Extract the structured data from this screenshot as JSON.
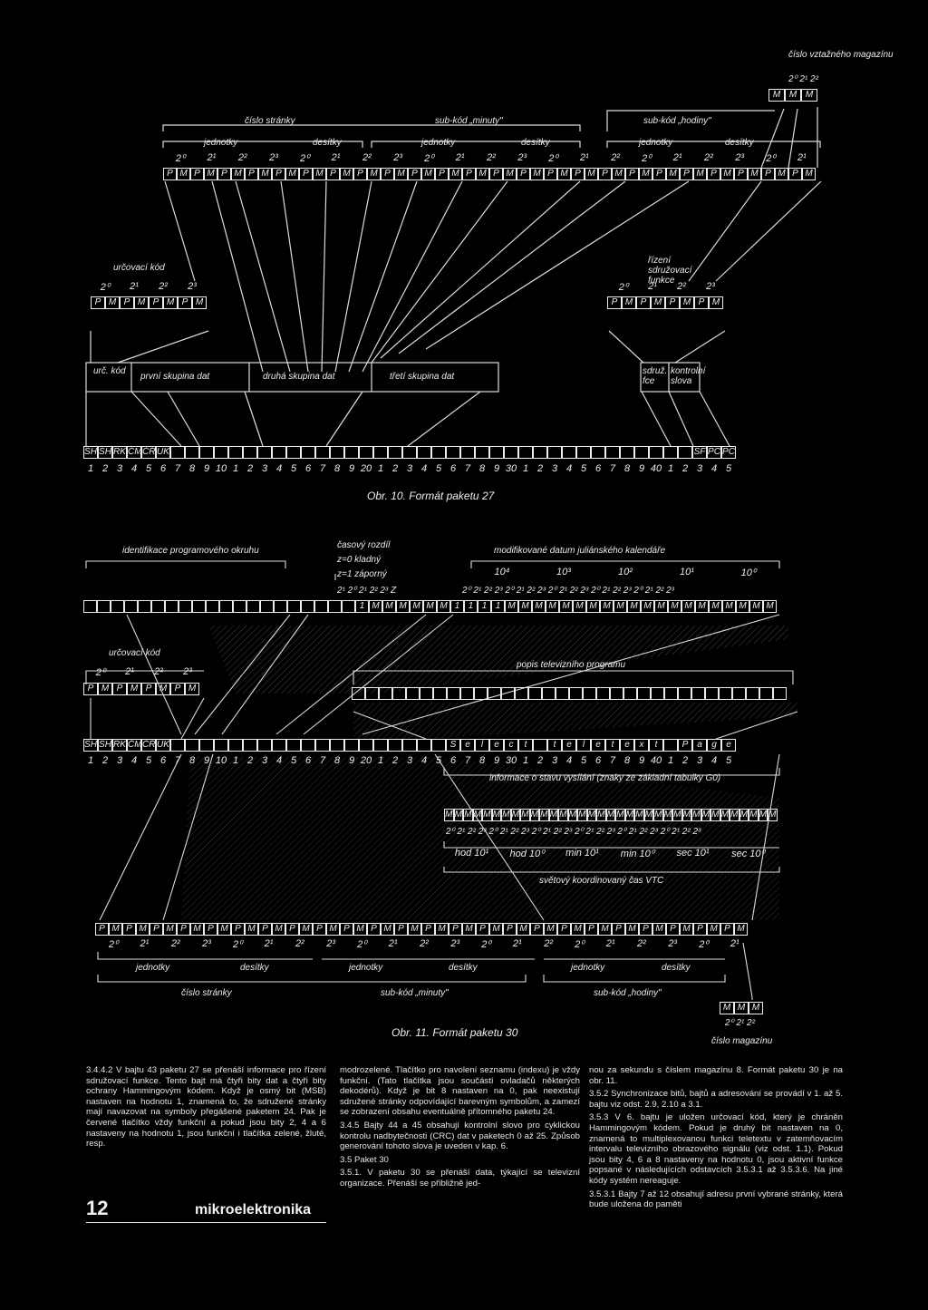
{
  "fig10": {
    "caption": "Obr. 10. Formát paketu 27",
    "top_labels": {
      "cislo_stranky": "číslo stránky",
      "jednotky": "jednotky",
      "desitky": "desítky",
      "sub_kod_minuty": "sub-kód „minuty\"",
      "jednotky2": "jednotky",
      "desitky2": "desítky",
      "sub_kod_hodiny": "sub-kód „hodiny\"",
      "jednotky3": "jednotky",
      "desitky3": "desítky",
      "cislo_vztazneho_magazinu": "číslo vztažného magazínu",
      "mag_powers": "2⁰ 2¹ 2²"
    },
    "powers_top": [
      "2⁰",
      "2¹",
      "2²",
      "2³",
      "2⁰",
      "2¹",
      "2²",
      "2³",
      "2⁰",
      "2¹",
      "2²",
      "2³",
      "2⁰",
      "2¹",
      "2²",
      "2⁰",
      "2¹",
      "2²",
      "2³",
      "2⁰",
      "2¹"
    ],
    "pm_cells": [
      "P",
      "M",
      "P",
      "M",
      "P",
      "M",
      "P",
      "M",
      "P",
      "M",
      "P",
      "M",
      "P",
      "M",
      "P",
      "M",
      "P",
      "M",
      "P",
      "M",
      "P",
      "M",
      "P",
      "M",
      "P",
      "M",
      "P",
      "M",
      "P",
      "M",
      "P",
      "M",
      "P",
      "M",
      "P",
      "M",
      "P",
      "M",
      "P",
      "M",
      "P",
      "M",
      "P",
      "M",
      "P",
      "M",
      "P",
      "M"
    ],
    "mag_cells": [
      "M",
      "M",
      "M"
    ],
    "urcovaci_kod": "určovací kód",
    "urc_powers": [
      "2⁰",
      "2¹",
      "2²",
      "2³"
    ],
    "urc_cells": [
      "P",
      "M",
      "P",
      "M",
      "P",
      "M",
      "P",
      "M"
    ],
    "rizeni_label": "řízení sdružovací funkce",
    "riz_powers": [
      "2⁰",
      "2¹",
      "2²",
      "2³"
    ],
    "riz_cells": [
      "P",
      "M",
      "P",
      "M",
      "P",
      "M",
      "P",
      "M"
    ],
    "mid_labels": {
      "urc_kod": "urč. kód",
      "prvni": "první skupina dat",
      "druha": "druhá skupina dat",
      "treti": "třetí skupina dat",
      "sdruz": "sdruž. fce",
      "kontrolni": "kontrolní slova"
    },
    "bottom_cells_left": [
      "SH",
      "SH",
      "RK",
      "ČM",
      "ČŘ",
      "UK"
    ],
    "bottom_cells_right": [
      "SF",
      "PC",
      "PC"
    ],
    "bottom_numbers": [
      "1",
      "2",
      "3",
      "4",
      "5",
      "6",
      "7",
      "8",
      "9",
      "10",
      "1",
      "2",
      "3",
      "4",
      "5",
      "6",
      "7",
      "8",
      "9",
      "20",
      "1",
      "2",
      "3",
      "4",
      "5",
      "6",
      "7",
      "8",
      "9",
      "30",
      "1",
      "2",
      "3",
      "4",
      "5",
      "6",
      "7",
      "8",
      "9",
      "40",
      "1",
      "2",
      "3",
      "4",
      "5"
    ]
  },
  "fig11": {
    "caption": "Obr. 11. Formát paketu 30",
    "identifikace": "identifikace programového okruhu",
    "casovy_rozdil": "časový rozdíl",
    "z0": "z=0 kladný",
    "z1": "z=1 záporný",
    "z_powers": "2¹ 2⁰ 2¹ 2² 2³ Z",
    "modifikovane": "modifikované datum juliánského kalendáře",
    "exponents": [
      "10⁴",
      "10³",
      "10²",
      "10¹",
      "10⁰"
    ],
    "mjd_powers": "2⁰ 2¹ 2² 2³ 2⁰ 2¹ 2² 2³ 2⁰ 2¹ 2² 2³ 2⁰ 2¹ 2² 2³ 2⁰ 2¹ 2² 2³",
    "row1_cells": [
      "",
      "",
      "",
      "",
      "",
      "",
      "",
      "",
      "",
      "",
      "",
      "",
      "",
      "",
      "",
      "",
      "",
      "",
      "",
      "",
      "1",
      "M",
      "M",
      "M",
      "M",
      "M",
      "M",
      "1",
      "1",
      "1",
      "1",
      "M",
      "M",
      "M",
      "M",
      "M",
      "M",
      "M",
      "M",
      "M",
      "M",
      "M",
      "M",
      "M",
      "M",
      "M",
      "M",
      "M",
      "M",
      "M",
      "M"
    ],
    "urcovaci_kod": "určovací kód",
    "urc_powers": [
      "2⁰",
      "2¹",
      "2²",
      "2³"
    ],
    "urc_cells": [
      "P",
      "M",
      "P",
      "M",
      "P",
      "M",
      "P",
      "M"
    ],
    "popis": "popis televizního programu",
    "bottom_cells_left": [
      "SH",
      "SH",
      "RK",
      "ČM",
      "ČŘ",
      "UK"
    ],
    "select_text": [
      "S",
      "e",
      "l",
      "e",
      "c",
      "t",
      "",
      "t",
      "e",
      "l",
      "e",
      "t",
      "e",
      "x",
      "t",
      "",
      "P",
      "a",
      "g",
      "e"
    ],
    "bottom_numbers": [
      "1",
      "2",
      "3",
      "4",
      "5",
      "6",
      "7",
      "8",
      "9",
      "10",
      "1",
      "2",
      "3",
      "4",
      "5",
      "6",
      "7",
      "8",
      "9",
      "20",
      "1",
      "2",
      "3",
      "4",
      "5",
      "6",
      "7",
      "8",
      "9",
      "30",
      "1",
      "2",
      "3",
      "4",
      "5",
      "6",
      "7",
      "8",
      "9",
      "40",
      "1",
      "2",
      "3",
      "4",
      "5"
    ],
    "informace": "informace o stavu vysílání (znaky ze základní tabulky G0)",
    "utc_cells": [
      "M",
      "M",
      "M",
      "M",
      "M",
      "M",
      "M",
      "M",
      "M",
      "M",
      "M",
      "M",
      "M",
      "M",
      "M",
      "M",
      "M",
      "M",
      "M",
      "M",
      "M",
      "M",
      "M",
      "M",
      "M",
      "M",
      "M",
      "M",
      "M",
      "M",
      "M",
      "M",
      "M",
      "M",
      "M"
    ],
    "utc_powers": "2⁰ 2¹ 2² 2³  2⁰ 2¹ 2² 2³  2⁰ 2¹ 2² 2³  2⁰ 2¹ 2² 2³  2⁰ 2¹ 2² 2³  2⁰ 2¹ 2² 2³",
    "utc_units": [
      "hod 10¹",
      "hod 10⁰",
      "min 10¹",
      "min 10⁰",
      "sec 10¹",
      "sec 10⁰"
    ],
    "utc_label": "světový koordinovaný čas VTC",
    "pm_cells": [
      "P",
      "M",
      "P",
      "M",
      "P",
      "M",
      "P",
      "M",
      "P",
      "M",
      "P",
      "M",
      "P",
      "M",
      "P",
      "M",
      "P",
      "M",
      "P",
      "M",
      "P",
      "M",
      "P",
      "M",
      "P",
      "M",
      "P",
      "M",
      "P",
      "M",
      "P",
      "M",
      "P",
      "M",
      "P",
      "M",
      "P",
      "M",
      "P",
      "M",
      "P",
      "M",
      "P",
      "M",
      "P",
      "M",
      "P",
      "M"
    ],
    "pm_powers": [
      "2⁰",
      "2¹",
      "2²",
      "2³",
      "2⁰",
      "2¹",
      "2²",
      "2³",
      "2⁰",
      "2¹",
      "2²",
      "2³",
      "2⁰",
      "2¹",
      "2²",
      "2⁰",
      "2¹",
      "2²",
      "2³",
      "2⁰",
      "2¹"
    ],
    "jednotky": "jednotky",
    "desitky": "desítky",
    "jednotky2": "jednotky",
    "desitky2": "desítky",
    "jednotky3": "jednotky",
    "desitky3": "desítky",
    "cislo_stranky": "číslo stránky",
    "sub_kod_minuty": "sub-kód „minuty\"",
    "sub_kod_hodiny": "sub-kód „hodiny\"",
    "mag_cells": [
      "M",
      "M",
      "M"
    ],
    "mag_powers": "2⁰ 2¹ 2²",
    "cislo_magazinu": "číslo magazínu"
  },
  "text": {
    "col1": [
      "3.4.4.2 V bajtu 43 paketu 27 se přenáší informace pro řízení sdružovací funkce. Tento bajt má čtyři bity dat a čtyři bity ochrany Hammingovým kódem. Když je osmý bit (MSB) nastaven na hodnotu 1, znamená to, že sdružené stránky mají navazovat na symboly přegášené paketem 24. Pak je červené tlačítko vždy funkční a pokud jsou bity 2, 4 a 6 nastaveny na hodnotu 1, jsou funkční i tlačítka zelené, žluté, resp."
    ],
    "col2": [
      "modrozelené. Tlačítko pro navolení seznamu (indexu) je vždy funkční. (Tato tlačítka jsou součástí ovladačů některých dekodérů). Když je bit 8 nastaven na 0, pak neexistují sdružené stránky odpovídající barevným symbolům, a zamezí se zobrazení obsahu eventuálně přítomného paketu 24.",
      "3.4.5 Bajty 44 a 45 obsahují kontrolní slovo pro cyklickou kontrolu nadbytečnosti (CRC) dat v paketech 0 až 25. Způsob generování tohoto slova je uveden v kap. 6.",
      "3.5 Paket 30",
      "3.5.1. V paketu 30 se přenáší data, týkající se televizní organizace. Přenáší se přibližně jed-"
    ],
    "col3": [
      "nou za sekundu s číslem magazínu 8. Formát paketu 30 je na obr. 11.",
      "3.5.2 Synchronizace bitů, bajtů a adresování se provádí v 1. až 5. bajtu viz odst. 2.9, 2.10 a 3.1.",
      "3.5.3 V 6. bajtu je uložen určovací kód, který je chráněn Hammingovým kódem. Pokud je druhý bit nastaven na 0, znamená to multiplexovanou funkci teletextu v zatemňovacím intervalu televizního obrazového signálu (viz odst. 1.1). Pokud jsou bity 4, 6 a 8 nastaveny na hodnotu 0, jsou aktivní funkce popsané v následujících odstavcích 3.5.3.1 až 3.5.3.6. Na jiné kódy systém nereaguje.",
      "3.5.3.1 Bajty 7 až 12 obsahují adresu první vybrané stránky, která bude uložena do paměti"
    ],
    "page_number": "12",
    "journal": "mikroelektronika"
  }
}
